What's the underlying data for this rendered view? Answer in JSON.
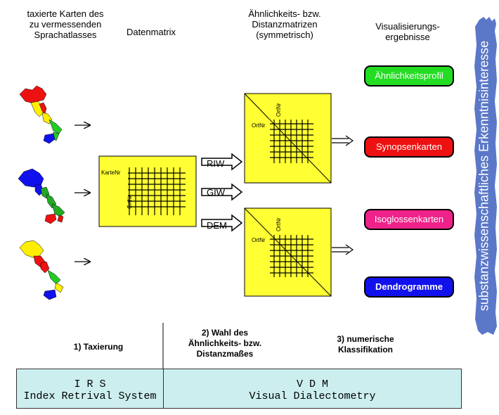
{
  "headers": {
    "maps": [
      "taxierte Karten des",
      "zu vermessenden",
      "Sprachatlasses"
    ],
    "datamatrix": "Datenmatrix",
    "distance": [
      "Ähnlichkeits- bzw.",
      "Distanzmatrizen",
      "(symmetrisch)"
    ],
    "visual": [
      "Visualisierungs-",
      "ergebnisse"
    ]
  },
  "data_matrix": {
    "row_label": "KarteNr",
    "col_label": "OrtNr"
  },
  "distance_matrices": [
    {
      "row_label": "OrtNr",
      "col_label": "OrtNr"
    },
    {
      "row_label": "OrtNr",
      "col_label": "OrtNr"
    }
  ],
  "measures": [
    "RIW",
    "GIW",
    "DEM"
  ],
  "results": [
    {
      "label": "Ähnlichkeitsprofil",
      "color": "#22dd22",
      "text_color": "#ffffff"
    },
    {
      "label": "Synopsenkarten",
      "color": "#ee1111",
      "text_color": "#ffffff"
    },
    {
      "label": "Isoglossenkarten",
      "color": "#ee2288",
      "text_color": "#ffffff"
    },
    {
      "label": "Dendrogramme",
      "color": "#1111ee",
      "text_color": "#ffffff"
    }
  ],
  "steps": {
    "step1": [
      "1) Taxierung"
    ],
    "step2": [
      "2) Wahl des",
      "Ähnlichkeits- bzw.",
      "Distanzmaßes"
    ],
    "step3": [
      "3) numerische",
      "Klassifikation"
    ]
  },
  "bottom": {
    "irs_title": "I R S",
    "irs_sub": "Index Retrival System",
    "vdm_title": "V D M",
    "vdm_sub": "Visual Dialectometry"
  },
  "vertical_banner": {
    "text": "substanzwissenschaftliches Erkenntnisinteresse",
    "color": "#5b78c8"
  },
  "colors": {
    "matrix_fill": "#ffff33"
  }
}
